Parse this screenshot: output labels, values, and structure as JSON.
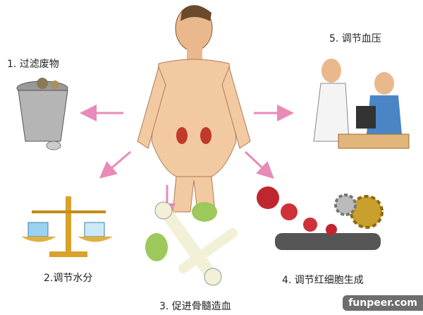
{
  "labels": {
    "filter_waste": "1. 过滤废物",
    "regulate_water": "2.调节水分",
    "bone_marrow": "3. 促进骨髓造血",
    "red_cells": "4. 调节红细胞生成",
    "blood_pressure": "5. 调节血压"
  },
  "watermark": "funpeer.com",
  "colors": {
    "arrow": "#e98ab8",
    "skin": "#f2c9a0"
  }
}
